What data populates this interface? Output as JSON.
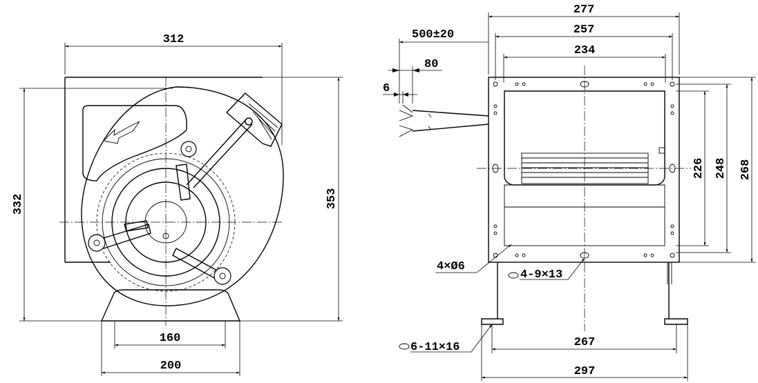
{
  "front_view": {
    "width_312": "312",
    "height_332": "332",
    "height_353": "353",
    "base_160": "160",
    "base_200": "200"
  },
  "side_view": {
    "width_277": "277",
    "width_257": "257",
    "width_234": "234",
    "cable_500": "500±20",
    "cable_80": "80",
    "cable_6": "6",
    "height_226": "226",
    "height_248": "248",
    "height_268": "268",
    "holes_4x06": "4×Ø6",
    "slots_4_9x13": "4-9×13",
    "slots_6_11x16": "6-11×16",
    "base_267": "267",
    "base_297": "297"
  }
}
